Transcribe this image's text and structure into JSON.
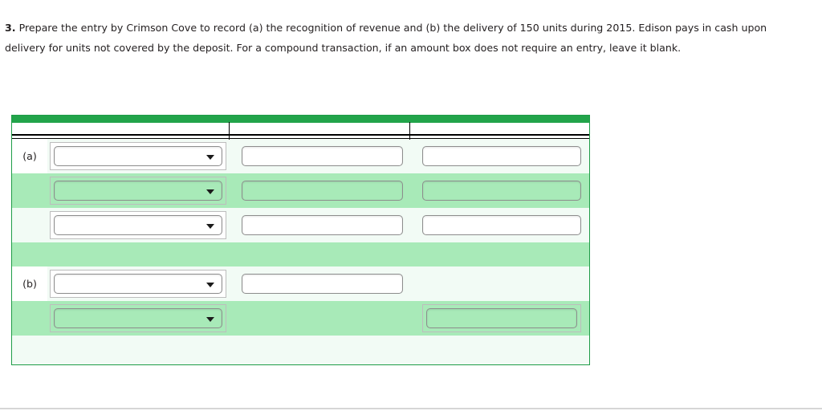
{
  "question": {
    "number": "3.",
    "text": "Prepare the entry by Crimson Cove to record (a) the recognition of revenue and (b) the delivery of 150 units during 2015. Edison pays in cash upon delivery for units not covered by the deposit. For a compound transaction, if an amount box does not require an entry, leave it blank."
  },
  "colors": {
    "header_green": "#22a44a",
    "row_green": "#a8eab8",
    "row_light": "#f2fbf5",
    "table_border": "#1e9c47",
    "field_border": "#8d8d8d"
  },
  "journal": {
    "header": {
      "col_account": "",
      "col_debit": "",
      "col_credit": ""
    },
    "rows": [
      {
        "label": "(a)",
        "shade": "light",
        "indent": false,
        "account": {
          "value": "",
          "placeholder": ""
        },
        "debit": {
          "value": "",
          "placeholder": ""
        },
        "credit": {
          "value": "",
          "placeholder": ""
        }
      },
      {
        "label": "",
        "shade": "green",
        "indent": true,
        "account": {
          "value": "",
          "placeholder": ""
        },
        "debit": {
          "value": "",
          "placeholder": ""
        },
        "credit": {
          "value": "",
          "placeholder": ""
        }
      },
      {
        "label": "",
        "shade": "light",
        "indent": true,
        "account": {
          "value": "",
          "placeholder": ""
        },
        "debit": {
          "value": "",
          "placeholder": ""
        },
        "credit": {
          "value": "",
          "placeholder": ""
        }
      },
      {
        "label": "",
        "shade": "green",
        "spacer": true
      },
      {
        "label": "(b)",
        "shade": "light",
        "indent": false,
        "account": {
          "value": "",
          "placeholder": ""
        },
        "debit": {
          "value": "",
          "placeholder": ""
        },
        "credit": null
      },
      {
        "label": "",
        "shade": "green",
        "indent": true,
        "account": {
          "value": "",
          "placeholder": ""
        },
        "debit": null,
        "credit": {
          "value": "",
          "placeholder": ""
        }
      },
      {
        "label": "",
        "shade": "light",
        "spacer": true
      }
    ]
  },
  "icons": {
    "dropdown": "chevron-down-icon"
  }
}
